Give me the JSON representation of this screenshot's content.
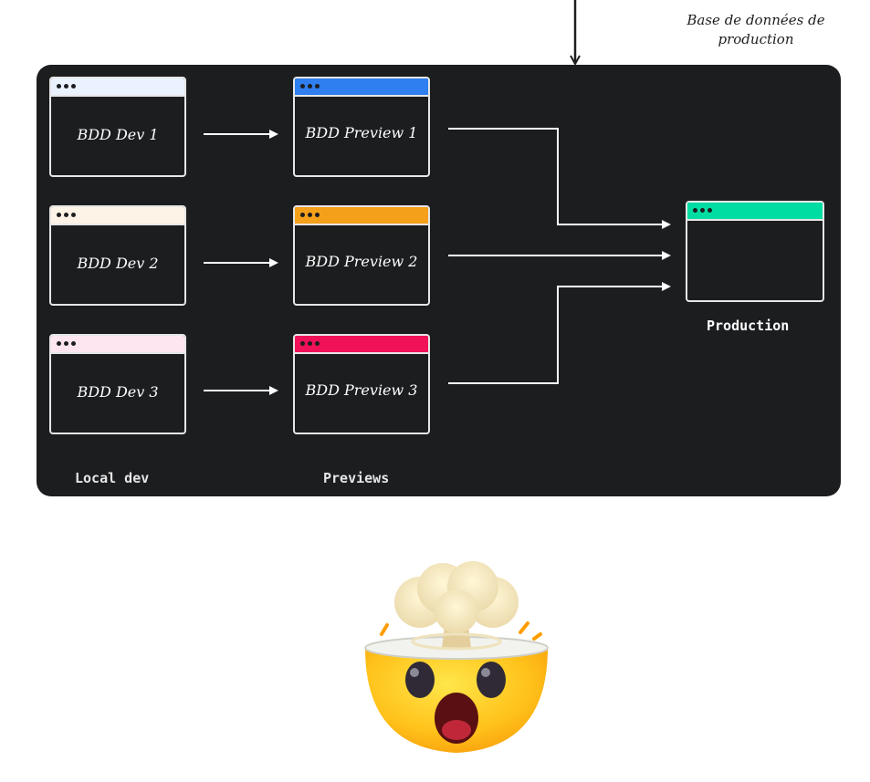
{
  "annotation": {
    "text_line1": "Base de données de",
    "text_line2": "production"
  },
  "local": {
    "label": "Local dev",
    "windows": [
      {
        "label": "BDD Dev 1",
        "bar_color": "#eaf1ff"
      },
      {
        "label": "BDD Dev 2",
        "bar_color": "#fdf3e6"
      },
      {
        "label": "BDD Dev 3",
        "bar_color": "#fde6ef"
      }
    ]
  },
  "previews": {
    "label": "Previews",
    "windows": [
      {
        "label": "BDD Preview 1",
        "bar_color": "#2f7ff0"
      },
      {
        "label": "BDD Preview 2",
        "bar_color": "#f5a01a"
      },
      {
        "label": "BDD Preview 3",
        "bar_color": "#f01158"
      }
    ]
  },
  "production": {
    "label": "Production",
    "bar_color": "#00dda3"
  },
  "emoji": {
    "name": "exploding-head-emoji"
  }
}
